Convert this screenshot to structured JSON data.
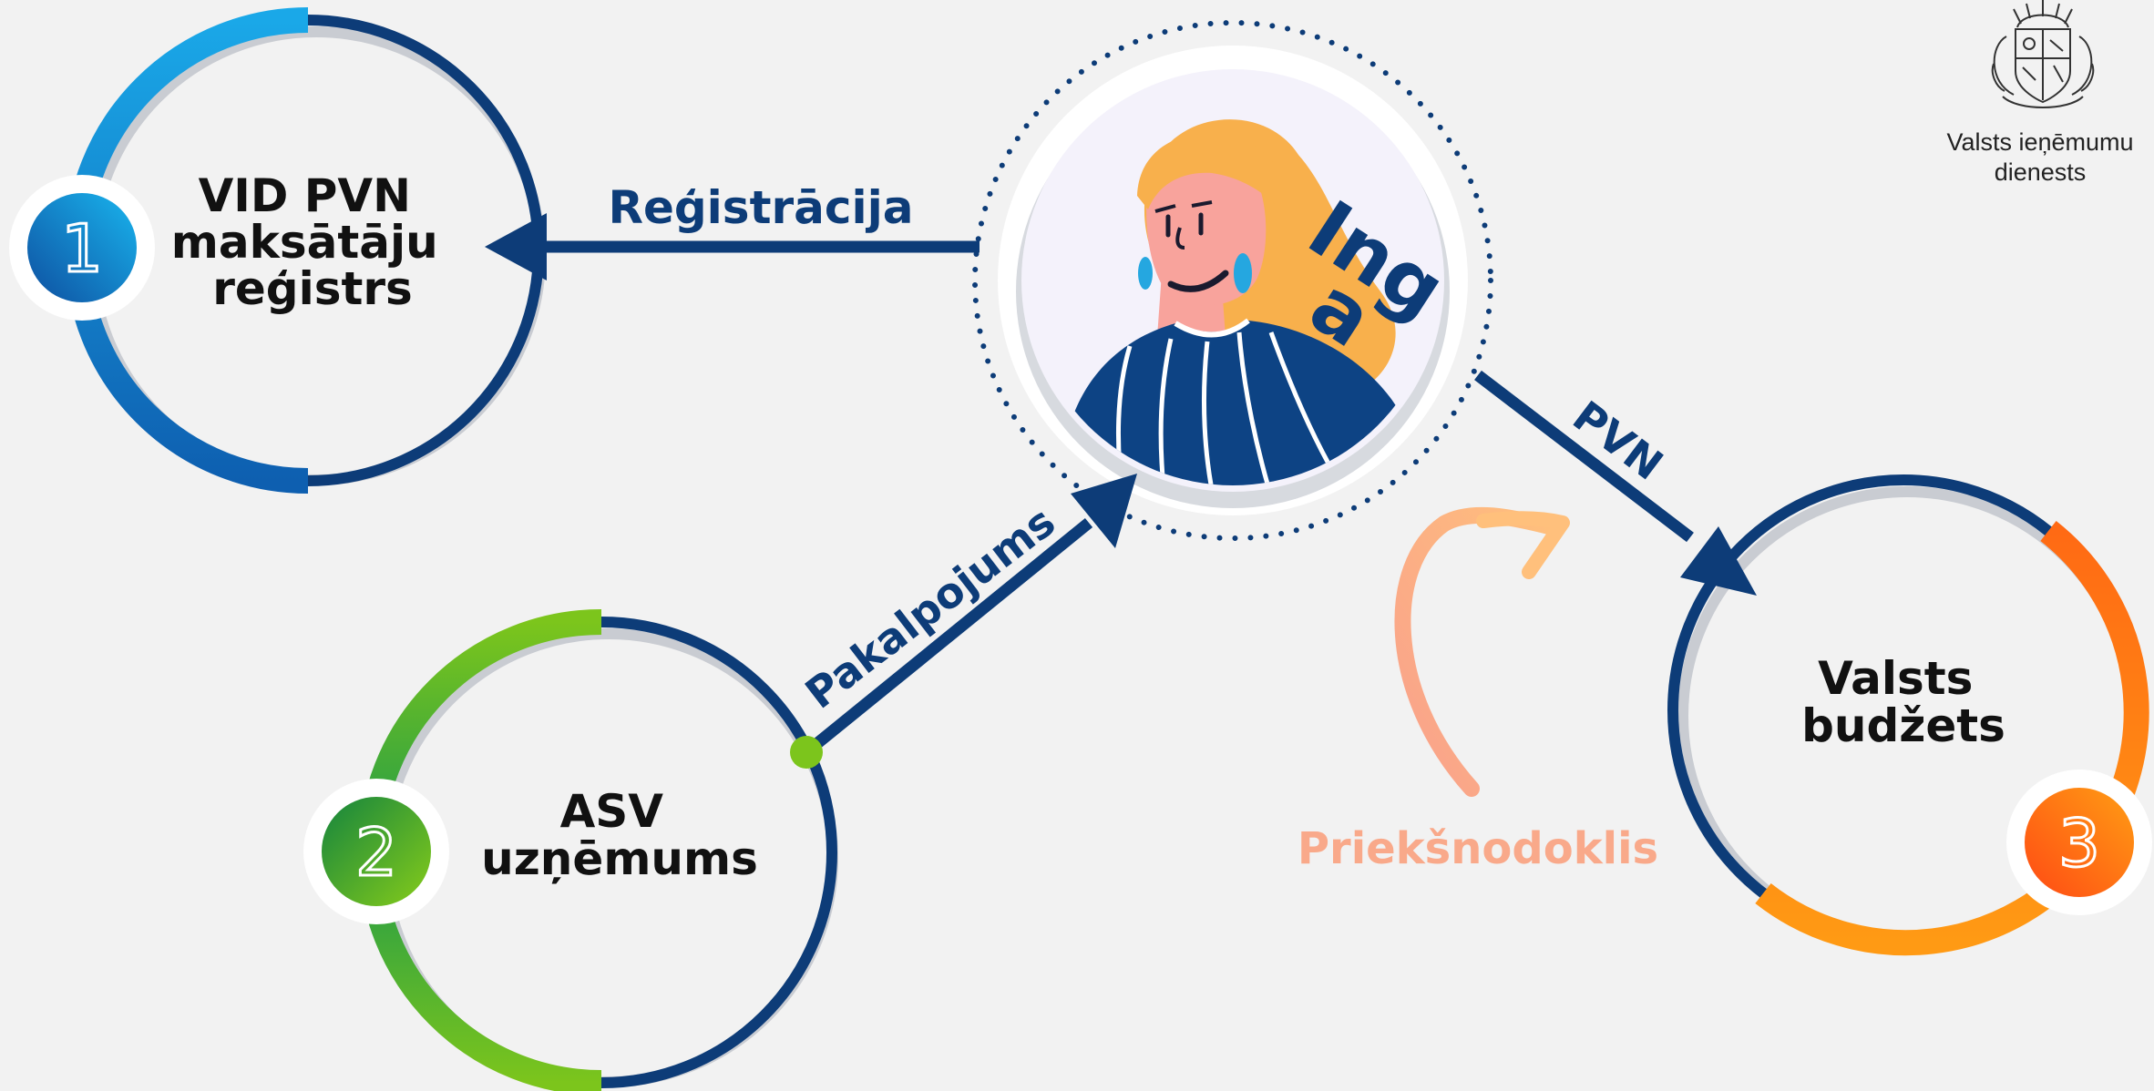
{
  "nodes": {
    "registry": {
      "number": "1",
      "lines": [
        "VID PVN",
        "maksātāju",
        "reģistrs"
      ]
    },
    "company": {
      "number": "2",
      "lines": [
        "ASV",
        "uzņēmums"
      ]
    },
    "budget": {
      "number": "3",
      "lines": [
        "Valsts",
        "budžets"
      ]
    },
    "person": {
      "name": "Ing",
      "name_fragment": "a"
    }
  },
  "edges": {
    "registration": "Reģistrācija",
    "service": "Pakalpojums",
    "vat": "PVN",
    "input_tax": "Priekšnodoklis"
  },
  "logo": {
    "lines": [
      "Valsts ieņēmumu",
      "dienests"
    ]
  },
  "colors": {
    "navy": "#0d3c78",
    "blue_gradient": [
      "#0e6fc0",
      "#1aa8e8"
    ],
    "green_gradient": [
      "#1e9a4a",
      "#7cc51c"
    ],
    "orange_gradient": [
      "#ff5a14",
      "#ff9a14"
    ],
    "salmon": "#f9a98a",
    "hair": "#f8b04c",
    "skin": "#f8a39c"
  }
}
